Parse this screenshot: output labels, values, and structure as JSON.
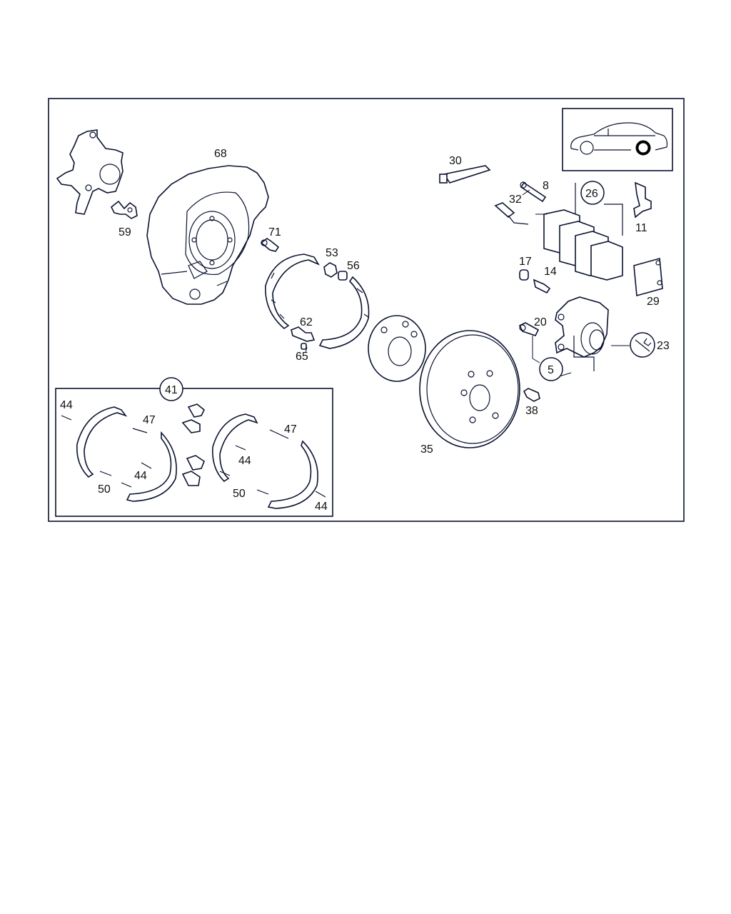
{
  "colors": {
    "line": "#0a1230",
    "label": "#111111",
    "background": "#ffffff"
  },
  "locator": {
    "icon": "car-side-icon",
    "highlight": "rear-wheel"
  },
  "labels": {
    "p5": "5",
    "p8": "8",
    "p11": "11",
    "p14": "14",
    "p17": "17",
    "p20": "20",
    "p23": "23",
    "p26": "26",
    "p29": "29",
    "p30": "30",
    "p32": "32",
    "p35": "35",
    "p38": "38",
    "p41": "41",
    "p44a": "44",
    "p44b": "44",
    "p44c": "44",
    "p44d": "44",
    "p47a": "47",
    "p47b": "47",
    "p50a": "50",
    "p50b": "50",
    "p53": "53",
    "p56": "56",
    "p59": "59",
    "p62": "62",
    "p65": "65",
    "p68": "68",
    "p71": "71"
  }
}
